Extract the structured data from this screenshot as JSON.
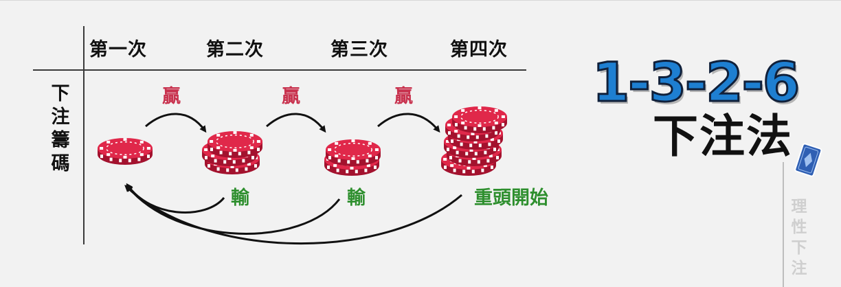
{
  "columns": [
    "第一次",
    "第二次",
    "第三次",
    "第四次"
  ],
  "row_label": "下注籌碼",
  "win_label": "贏",
  "lose_label": "輸",
  "restart_label": "重頭開始",
  "title": {
    "numbers": "1-3-2-6",
    "main": "下注法"
  },
  "side_text": "理性下注",
  "bets": [
    1,
    3,
    2,
    6
  ],
  "colors": {
    "chip": "#e0284a",
    "chip_dark": "#a3122e",
    "win": "#c8324e",
    "lose": "#2e8f2e",
    "title_blue": "#1e7fd1"
  },
  "icons": [
    "arrow-right-icon",
    "curved-arrow-back-icon",
    "playing-card-icon",
    "poker-chip-icon"
  ]
}
